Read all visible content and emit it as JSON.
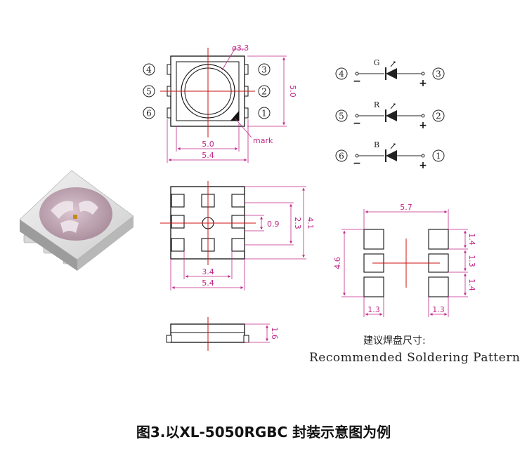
{
  "top_view": {
    "diameter_label": "ø3.3",
    "height_label": "5.0",
    "width_inner_label": "5.0",
    "width_outer_label": "5.4",
    "mark_label": "mark",
    "left_pins": [
      "4",
      "5",
      "6"
    ],
    "right_pins": [
      "3",
      "2",
      "1"
    ]
  },
  "schematic": {
    "rows": [
      {
        "left_pin": "4",
        "color": "G",
        "right_pin": "3"
      },
      {
        "left_pin": "5",
        "color": "R",
        "right_pin": "2"
      },
      {
        "left_pin": "6",
        "color": "B",
        "right_pin": "1"
      }
    ],
    "minus_sign": "−",
    "plus_sign": "+"
  },
  "bottom_view": {
    "center_label": "0.9",
    "inner_height_label": "2.3",
    "outer_height_label": "4.1",
    "inner_width_label": "3.4",
    "outer_width_label": "5.4"
  },
  "side_view": {
    "height_label": "1.6"
  },
  "pattern": {
    "width_label": "5.7",
    "height_label": "4.6",
    "pad_top_label": "1.4",
    "pad_mid_label": "1.3",
    "pad_bot_label": "1.4",
    "pad_width_left_label": "1.3",
    "pad_width_right_label": "1.3",
    "note_cn": "建议焊盘尺寸:",
    "note_en": "Recommended Soldering Pattern"
  },
  "caption": "图3.以XL-5050RGBC 封装示意图为例",
  "colors": {
    "outline": "#111111",
    "dimension": "#c2298a",
    "centerline": "#cc1111"
  }
}
